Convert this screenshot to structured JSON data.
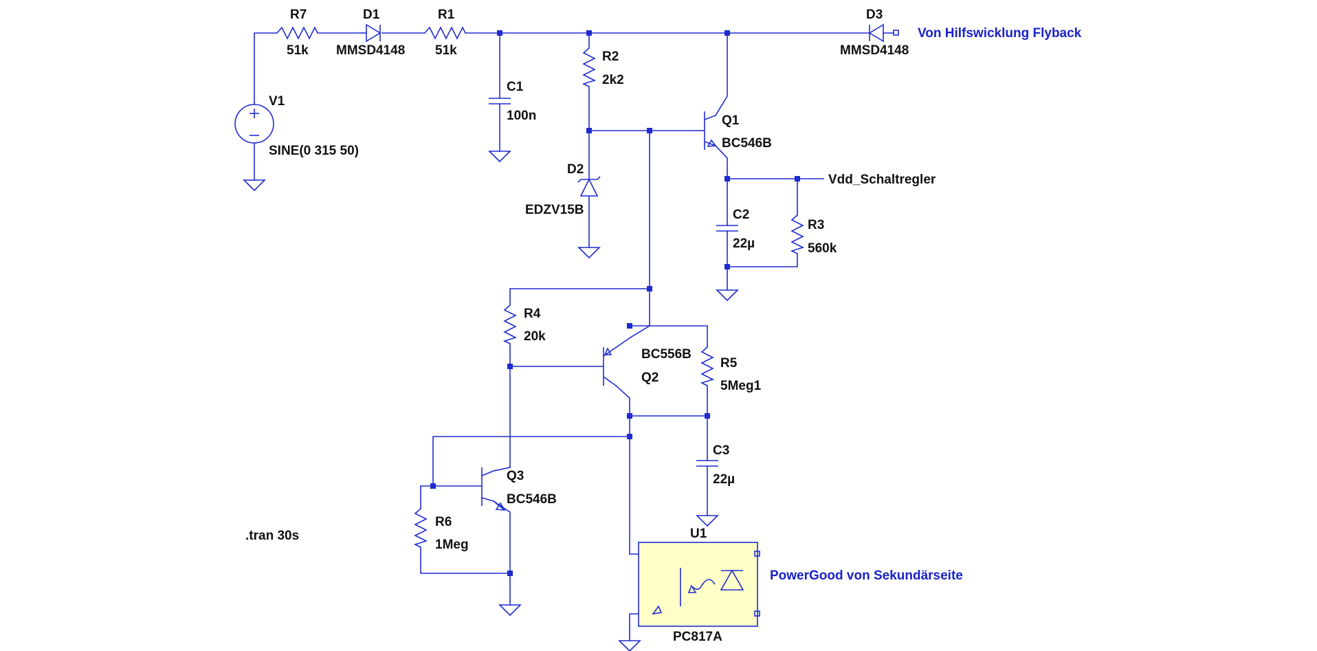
{
  "components": {
    "R7": {
      "ref": "R7",
      "value": "51k"
    },
    "D1": {
      "ref": "D1",
      "value": "MMSD4148"
    },
    "R1": {
      "ref": "R1",
      "value": "51k"
    },
    "R2": {
      "ref": "R2",
      "value": "2k2"
    },
    "C1": {
      "ref": "C1",
      "value": "100n"
    },
    "V1": {
      "ref": "V1",
      "value": "SINE(0 315 50)"
    },
    "D2": {
      "ref": "D2",
      "value": "EDZV15B"
    },
    "Q1": {
      "ref": "Q1",
      "value": "BC546B"
    },
    "D3": {
      "ref": "D3",
      "value": "MMSD4148"
    },
    "C2": {
      "ref": "C2",
      "value": "22µ"
    },
    "R3": {
      "ref": "R3",
      "value": "560k"
    },
    "R4": {
      "ref": "R4",
      "value": "20k"
    },
    "Q2": {
      "ref": "Q2",
      "value": "BC556B"
    },
    "R5": {
      "ref": "R5",
      "value": "5Meg1"
    },
    "C3": {
      "ref": "C3",
      "value": "22µ"
    },
    "Q3": {
      "ref": "Q3",
      "value": "BC546B"
    },
    "R6": {
      "ref": "R6",
      "value": "1Meg"
    },
    "U1": {
      "ref": "U1",
      "value": "PC817A"
    }
  },
  "nets": {
    "vdd": "Vdd_Schaltregler",
    "aux": "Von Hilfswicklung Flyback",
    "powergood": "PowerGood von Sekundärseite"
  },
  "directive": ".tran 30s",
  "colors": {
    "wire": "#1f2bd0",
    "text": "#111111",
    "net_label": "#1a22c8",
    "optocoupler_fill": "#ffffc8"
  }
}
